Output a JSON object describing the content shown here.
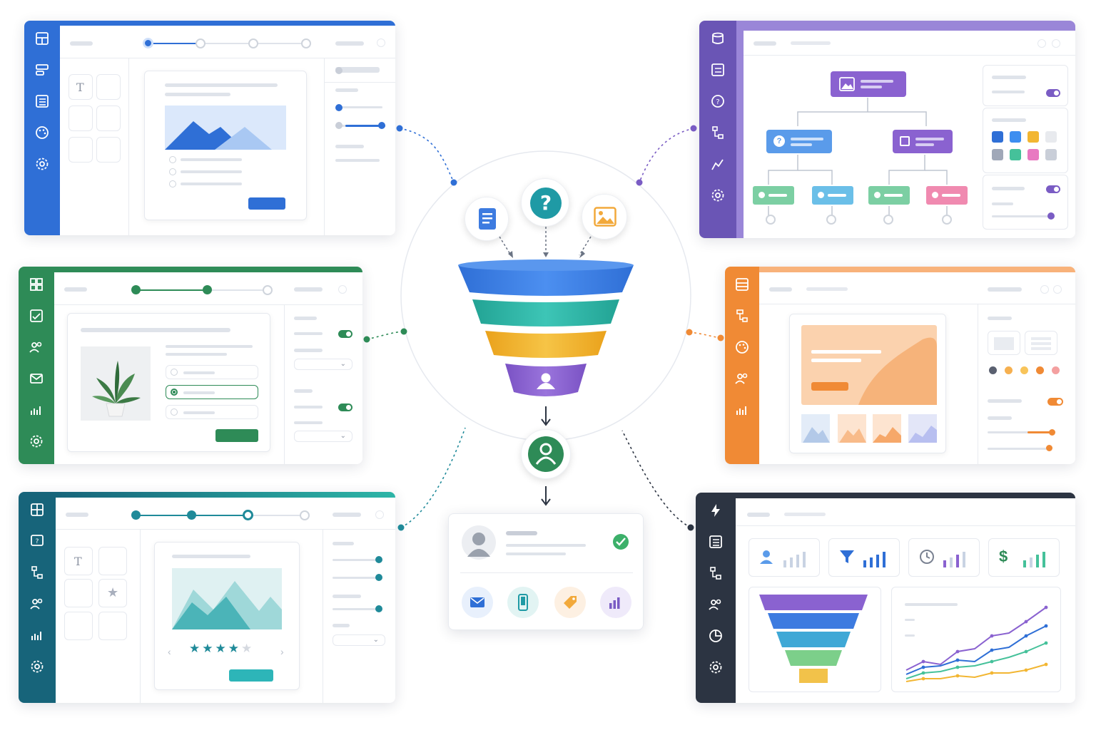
{
  "colors": {
    "blue": "#2f6fd6",
    "purple": "#7a5cc4",
    "green": "#2e8b57",
    "orange": "#f08a35",
    "teal": "#1f8a99",
    "dark": "#2c3442",
    "funnel_top": "#3d7be0",
    "funnel_2": "#2db5a7",
    "funnel_3": "#f2b632",
    "funnel_4": "#8a62d0"
  },
  "icons": {
    "form": "form-icon",
    "question": "question-icon",
    "image": "image-icon",
    "user": "user-icon",
    "mail": "mail-icon",
    "phone": "phone-icon",
    "tag": "tag-icon",
    "chart": "bar-chart-icon",
    "check": "check-icon",
    "dollar": "dollar-icon"
  },
  "lead_card": {
    "channels": [
      "mail",
      "phone",
      "tag",
      "chart"
    ]
  },
  "analytics": {
    "kpi_symbols": [
      "user",
      "funnel",
      "clock",
      "$"
    ]
  },
  "rating": {
    "stars_filled": 4,
    "stars_total": 5
  }
}
